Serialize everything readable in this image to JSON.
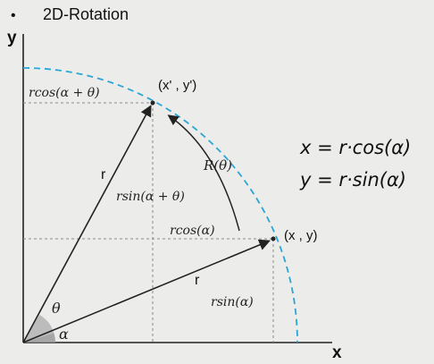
{
  "title": "2D-Rotation",
  "bullet": "•",
  "axes": {
    "x_label": "x",
    "y_label": "y"
  },
  "points": {
    "rotated": "(x' , y')",
    "original": "(x , y)"
  },
  "vector_labels": {
    "rotated_r": "r",
    "original_r": "r"
  },
  "rotation_label": "R(θ)",
  "angle_labels": {
    "theta": "θ",
    "alpha": "α"
  },
  "projections": {
    "rotated_x": "rcos(α + θ)",
    "rotated_y": "rsin(α + θ)",
    "original_x": "rcos(α)",
    "original_y": "rsin(α)"
  },
  "equations": {
    "x_eq": "x = r·cos(α)",
    "y_eq": "y = r·sin(α)"
  },
  "colors": {
    "background": "#ececea",
    "circle": "#2aa6d6",
    "guide": "#8a8a8a",
    "ink": "#222222",
    "angle_fill": "#9a9a9a"
  },
  "icons": {
    "rotation_arrow": "curved-arrow-icon",
    "axis_arrow": "arrow-head-icon"
  }
}
